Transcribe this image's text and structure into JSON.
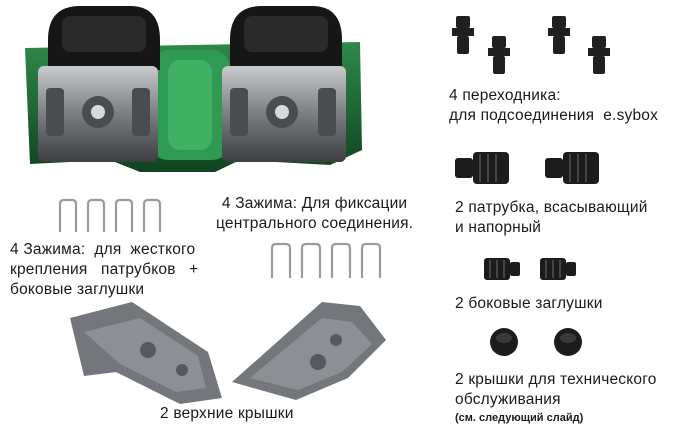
{
  "labels": {
    "adapters": "4 переходника:\nдля подсоединения  e.sybox",
    "clips_center": "4 Зажима: Для фиксации\nцентрального соединения.",
    "nozzles": "2 патрубка, всасывающий\nи напорный",
    "clips_rigid": "4 Зажима:  для  жесткого\nкрепления   патрубков   +\nбоковые заглушки",
    "side_plugs": "2 боковые заглушки",
    "top_covers": "2 верхние крышки",
    "service_caps": "2 крышки для технического\nобслуживания",
    "see_next": "(см. следующий слайд)"
  },
  "colors": {
    "housing_green": "#1e6b35",
    "housing_dark": "#111111",
    "metal_grey": "#8c8f93",
    "cover_grey": "#6f7276",
    "text": "#1a1a1a"
  },
  "icons": [
    "pump-base-icon",
    "adapter-icon",
    "clip-icon",
    "nozzle-icon",
    "side-plug-icon",
    "top-cover-icon",
    "service-cap-icon"
  ]
}
